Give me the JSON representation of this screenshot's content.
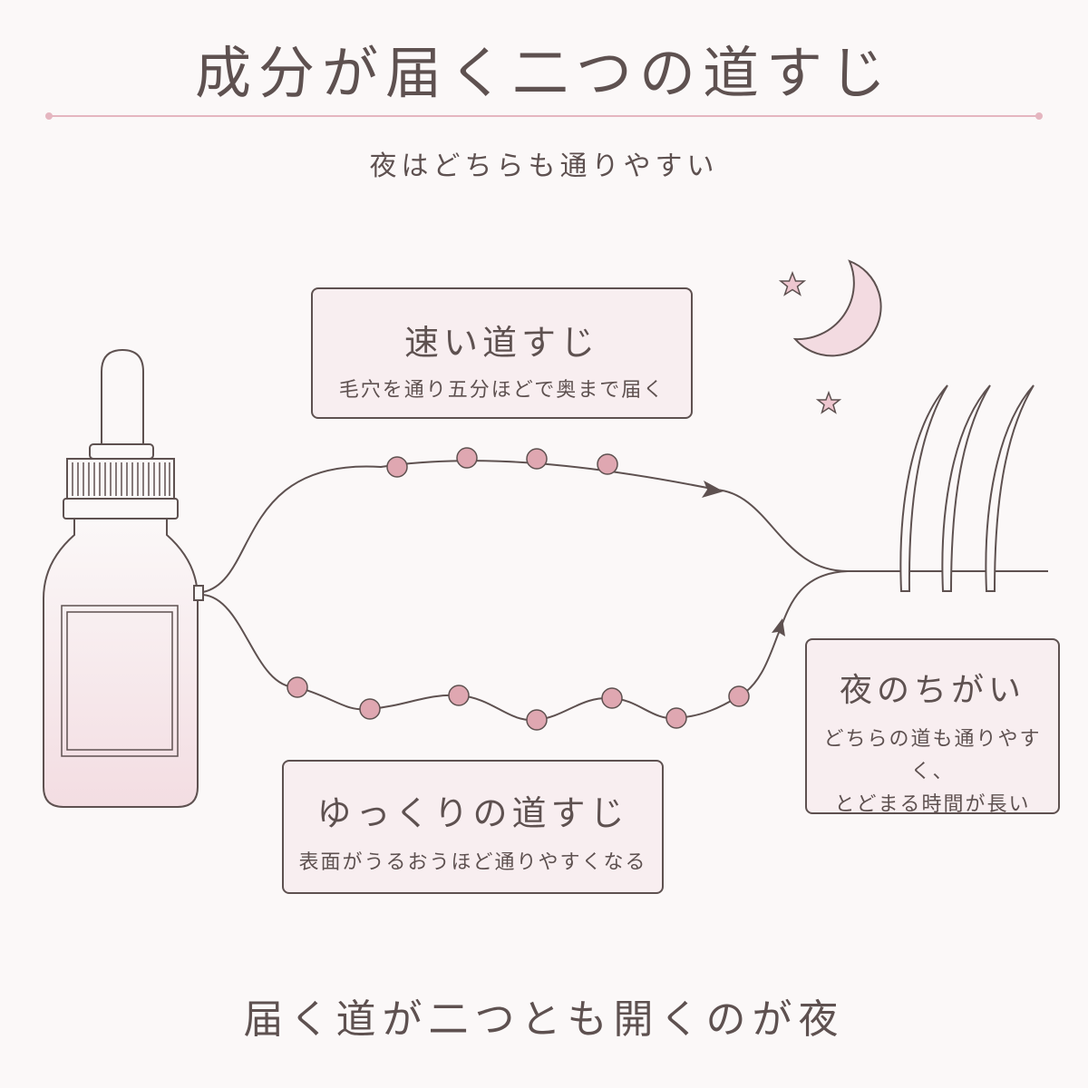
{
  "header": {
    "title": "成分が届く二つの道すじ",
    "subtitle": "夜はどちらも通りやすい"
  },
  "cards": {
    "fast": {
      "heading": "速い道すじ",
      "description": "毛穴を通り五分ほどで奥まで届く"
    },
    "slow": {
      "heading": "ゆっくりの道すじ",
      "description": "表面がうるおうほど通りやすくなる"
    },
    "night": {
      "heading": "夜のちがい",
      "line1": "どちらの道も通りやすく、",
      "line2": "とどまる時間が長い"
    }
  },
  "footer": {
    "message": "届く道が二つとも開くのが夜"
  },
  "colors": {
    "background": "#fbf8f8",
    "line": "#5e5150",
    "accent_pink": "#e5b6c0",
    "dot_pink": "#dfa7b1",
    "card_fill": "#f8eef0"
  },
  "icons": [
    "dropper-bottle-icon",
    "moon-icon",
    "star-icon",
    "hair-strand-icon",
    "arrow-icon"
  ]
}
